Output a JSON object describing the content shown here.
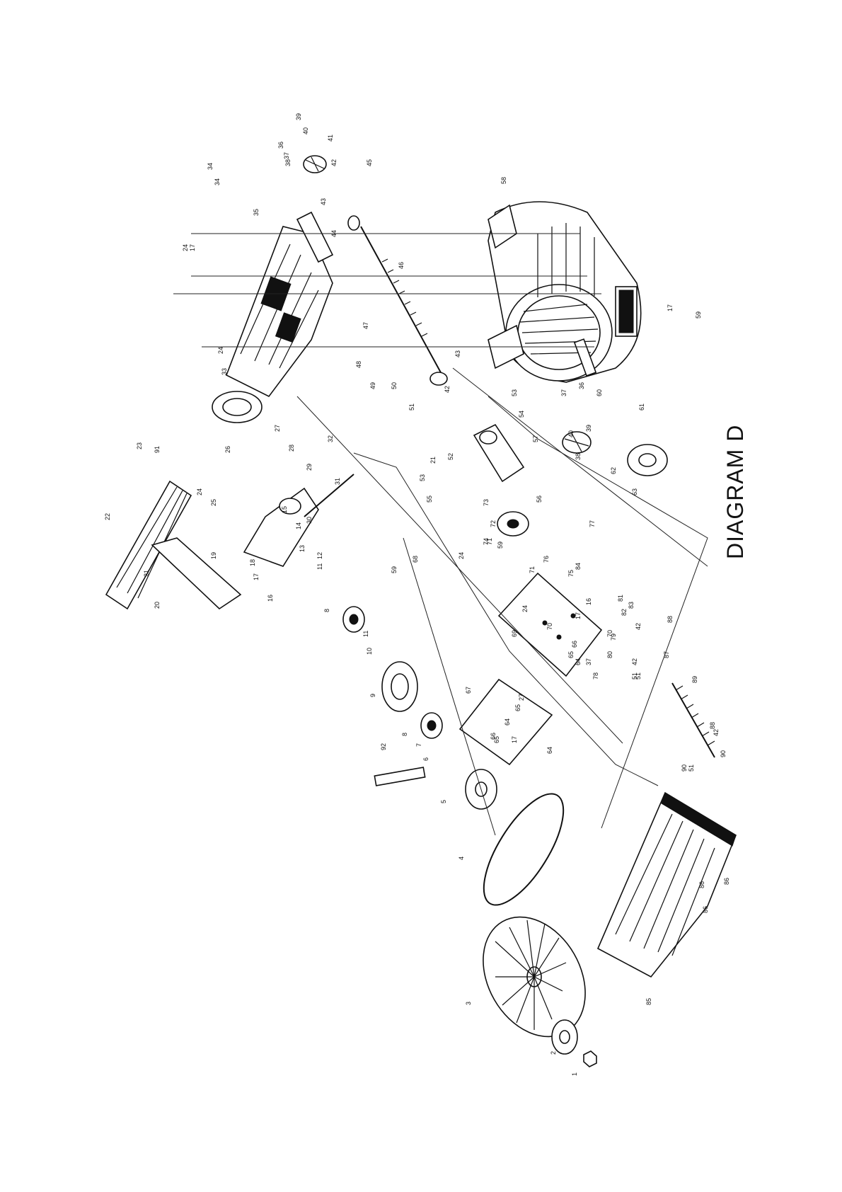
{
  "title": "DIAGRAM D",
  "labels": [
    {
      "id": "l1",
      "text": "1"
    },
    {
      "id": "l2",
      "text": "2"
    },
    {
      "id": "l3",
      "text": "3"
    },
    {
      "id": "l4",
      "text": "4"
    },
    {
      "id": "l5",
      "text": "5"
    },
    {
      "id": "l6",
      "text": "6"
    },
    {
      "id": "l7",
      "text": "7"
    },
    {
      "id": "l8a",
      "text": "8"
    },
    {
      "id": "l8b",
      "text": "8"
    },
    {
      "id": "l9",
      "text": "9"
    },
    {
      "id": "l10",
      "text": "10"
    },
    {
      "id": "l11a",
      "text": "11"
    },
    {
      "id": "l11b",
      "text": "11"
    },
    {
      "id": "l12",
      "text": "12"
    },
    {
      "id": "l13",
      "text": "13"
    },
    {
      "id": "l14",
      "text": "14"
    },
    {
      "id": "l15",
      "text": "15"
    },
    {
      "id": "l16a",
      "text": "16"
    },
    {
      "id": "l16b",
      "text": "16"
    },
    {
      "id": "l17a",
      "text": "17"
    },
    {
      "id": "l17b",
      "text": "17"
    },
    {
      "id": "l17c",
      "text": "17"
    },
    {
      "id": "l17d",
      "text": "17"
    },
    {
      "id": "l17e",
      "text": "17"
    },
    {
      "id": "l18",
      "text": "18"
    },
    {
      "id": "l19",
      "text": "19"
    },
    {
      "id": "l20",
      "text": "20"
    },
    {
      "id": "l21a",
      "text": "21"
    },
    {
      "id": "l21b",
      "text": "21"
    },
    {
      "id": "l22",
      "text": "22"
    },
    {
      "id": "l23",
      "text": "23"
    },
    {
      "id": "l24a",
      "text": "24"
    },
    {
      "id": "l24b",
      "text": "24"
    },
    {
      "id": "l24c",
      "text": "24"
    },
    {
      "id": "l24d",
      "text": "24"
    },
    {
      "id": "l24e",
      "text": "24"
    },
    {
      "id": "l25",
      "text": "25"
    },
    {
      "id": "l26",
      "text": "26"
    },
    {
      "id": "l27a",
      "text": "27"
    },
    {
      "id": "l27b",
      "text": "27"
    },
    {
      "id": "l28",
      "text": "28"
    },
    {
      "id": "l29",
      "text": "29"
    },
    {
      "id": "l30",
      "text": "30"
    },
    {
      "id": "l31",
      "text": "31"
    },
    {
      "id": "l32",
      "text": "32"
    },
    {
      "id": "l33",
      "text": "33"
    },
    {
      "id": "l34a",
      "text": "34"
    },
    {
      "id": "l34b",
      "text": "34"
    },
    {
      "id": "l35",
      "text": "35"
    },
    {
      "id": "l36a",
      "text": "36"
    },
    {
      "id": "l36b",
      "text": "36"
    },
    {
      "id": "l37a",
      "text": "37"
    },
    {
      "id": "l37b",
      "text": "37"
    },
    {
      "id": "l37c",
      "text": "37"
    },
    {
      "id": "l38a",
      "text": "38"
    },
    {
      "id": "l38b",
      "text": "38"
    },
    {
      "id": "l39a",
      "text": "39"
    },
    {
      "id": "l39b",
      "text": "39"
    },
    {
      "id": "l40a",
      "text": "40"
    },
    {
      "id": "l40b",
      "text": "40"
    },
    {
      "id": "l41",
      "text": "41"
    },
    {
      "id": "l42a",
      "text": "42"
    },
    {
      "id": "l42b",
      "text": "42"
    },
    {
      "id": "l42c",
      "text": "42"
    },
    {
      "id": "l42d",
      "text": "42"
    },
    {
      "id": "l42e",
      "text": "42"
    },
    {
      "id": "l43a",
      "text": "43"
    },
    {
      "id": "l43b",
      "text": "43"
    },
    {
      "id": "l44",
      "text": "44"
    },
    {
      "id": "l45",
      "text": "45"
    },
    {
      "id": "l46",
      "text": "46"
    },
    {
      "id": "l47",
      "text": "47"
    },
    {
      "id": "l48",
      "text": "48"
    },
    {
      "id": "l49",
      "text": "49"
    },
    {
      "id": "l50",
      "text": "50"
    },
    {
      "id": "l51a",
      "text": "51"
    },
    {
      "id": "l51b",
      "text": "51"
    },
    {
      "id": "l51c",
      "text": "51"
    },
    {
      "id": "l51d",
      "text": "51"
    },
    {
      "id": "l52",
      "text": "52"
    },
    {
      "id": "l53a",
      "text": "53"
    },
    {
      "id": "l53b",
      "text": "53"
    },
    {
      "id": "l54",
      "text": "54"
    },
    {
      "id": "l55",
      "text": "55"
    },
    {
      "id": "l56",
      "text": "56"
    },
    {
      "id": "l57",
      "text": "57"
    },
    {
      "id": "l58",
      "text": "58"
    },
    {
      "id": "l59a",
      "text": "59"
    },
    {
      "id": "l59b",
      "text": "59"
    },
    {
      "id": "l59c",
      "text": "59"
    },
    {
      "id": "l60",
      "text": "60"
    },
    {
      "id": "l61",
      "text": "61"
    },
    {
      "id": "l62",
      "text": "62"
    },
    {
      "id": "l63",
      "text": "63"
    },
    {
      "id": "l64a",
      "text": "64"
    },
    {
      "id": "l64b",
      "text": "64"
    },
    {
      "id": "l64c",
      "text": "64"
    },
    {
      "id": "l65a",
      "text": "65"
    },
    {
      "id": "l65b",
      "text": "65"
    },
    {
      "id": "l65c",
      "text": "65"
    },
    {
      "id": "l66a",
      "text": "66"
    },
    {
      "id": "l66b",
      "text": "66"
    },
    {
      "id": "l67",
      "text": "67"
    },
    {
      "id": "l68",
      "text": "68"
    },
    {
      "id": "l69",
      "text": "69"
    },
    {
      "id": "l70a",
      "text": "70"
    },
    {
      "id": "l70b",
      "text": "70"
    },
    {
      "id": "l71a",
      "text": "71"
    },
    {
      "id": "l71b",
      "text": "71"
    },
    {
      "id": "l72",
      "text": "72"
    },
    {
      "id": "l73",
      "text": "73"
    },
    {
      "id": "l74",
      "text": "74"
    },
    {
      "id": "l75",
      "text": "75"
    },
    {
      "id": "l76",
      "text": "76"
    },
    {
      "id": "l77",
      "text": "77"
    },
    {
      "id": "l78",
      "text": "78"
    },
    {
      "id": "l79",
      "text": "79"
    },
    {
      "id": "l80",
      "text": "80"
    },
    {
      "id": "l81",
      "text": "81"
    },
    {
      "id": "l82",
      "text": "82"
    },
    {
      "id": "l83",
      "text": "83"
    },
    {
      "id": "l84",
      "text": "84"
    },
    {
      "id": "l85",
      "text": "85"
    },
    {
      "id": "l86a",
      "text": "86"
    },
    {
      "id": "l86b",
      "text": "86"
    },
    {
      "id": "l86c",
      "text": "86"
    },
    {
      "id": "l87",
      "text": "87"
    },
    {
      "id": "l88a",
      "text": "88"
    },
    {
      "id": "l88b",
      "text": "88"
    },
    {
      "id": "l89",
      "text": "89"
    },
    {
      "id": "l90a",
      "text": "90"
    },
    {
      "id": "l90b",
      "text": "90"
    },
    {
      "id": "l91",
      "text": "91"
    },
    {
      "id": "l92",
      "text": "92"
    }
  ]
}
